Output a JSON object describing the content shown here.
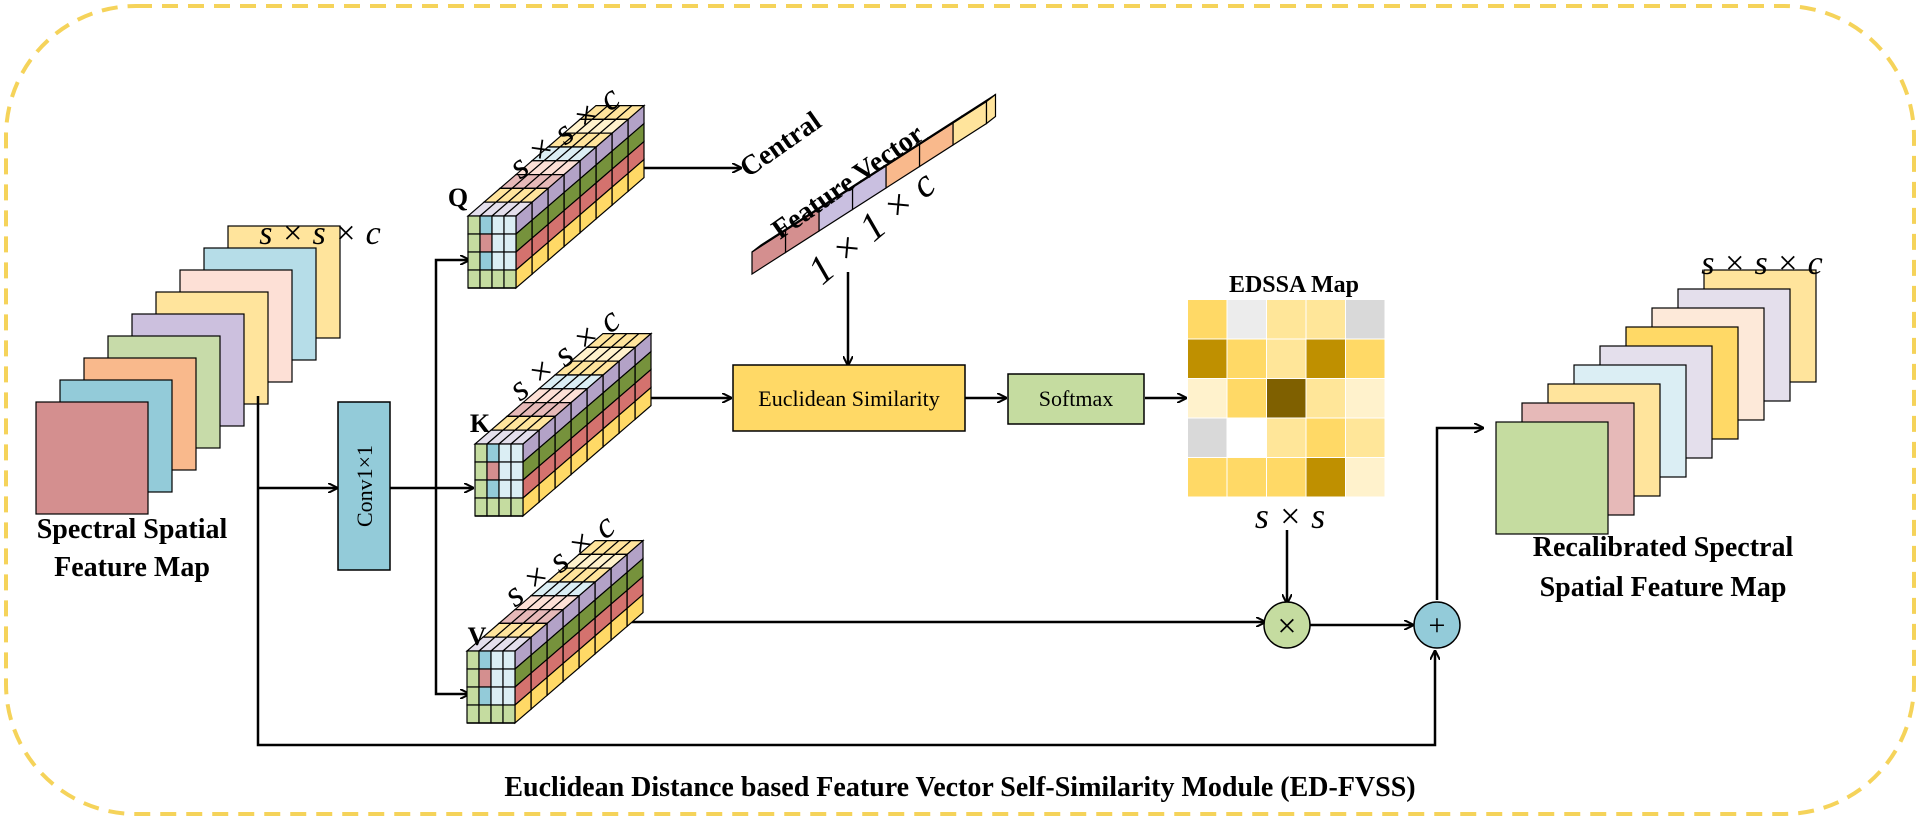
{
  "module": {
    "caption": "Euclidean Distance based Feature Vector Self-Similarity Module (ED-FVSS)"
  },
  "input": {
    "title_line1": "Spectral Spatial",
    "title_line2": "Feature Map",
    "dims": "s × s × c",
    "colors": [
      "#d48f8f",
      "#93cbd9",
      "#f9b98c",
      "#c7dba9",
      "#ccc0de",
      "#ffe49c",
      "#fde0d6",
      "#b6dde8",
      "#ffe49c"
    ]
  },
  "conv": {
    "label": "Conv1×1",
    "color": "#93cbd9"
  },
  "branches": {
    "q": {
      "label": "Q",
      "dims": "s × s × c"
    },
    "k": {
      "label": "K",
      "dims": "s × s × c"
    },
    "v": {
      "label": "V",
      "dims": "s × s × c"
    }
  },
  "central_vector": {
    "label_line1": "Central",
    "label_line2": "Feature Vector",
    "dims": "1 × 1 × c",
    "colors": [
      "#d48f8f",
      "#c9bfe0",
      "#f9b98c",
      "#ffe49c"
    ]
  },
  "euclid": {
    "label": "Euclidean Similarity",
    "color": "#ffd966"
  },
  "softmax": {
    "label": "Softmax",
    "color": "#c5dca0"
  },
  "edssa": {
    "title": "EDSSA Map",
    "dims": "s × s",
    "grid": [
      [
        "#ffd966",
        "#ececec",
        "#ffe699",
        "#ffe699",
        "#d9d9d9"
      ],
      [
        "#bf9000",
        "#ffd966",
        "#ffe699",
        "#bf9000",
        "#ffd966"
      ],
      [
        "#fff2cc",
        "#ffd966",
        "#7f6000",
        "#ffe699",
        "#fff2cc"
      ],
      [
        "#d9d9d9",
        "#ffffff",
        "#ffe699",
        "#ffd966",
        "#ffe699"
      ],
      [
        "#ffd966",
        "#ffd966",
        "#ffd966",
        "#bf9000",
        "#fff2cc"
      ]
    ]
  },
  "ops": {
    "multiply": "×",
    "add": "+"
  },
  "output": {
    "title_line1": "Recalibrated Spectral",
    "title_line2": "Spatial Feature Map",
    "dims": "s × s × c",
    "colors": [
      "#c5dca0",
      "#e6b9b8",
      "#ffe49c",
      "#dbeef4",
      "#e4dfec",
      "#ffd966",
      "#fde9d9",
      "#e4dfec",
      "#ffe49c"
    ]
  }
}
